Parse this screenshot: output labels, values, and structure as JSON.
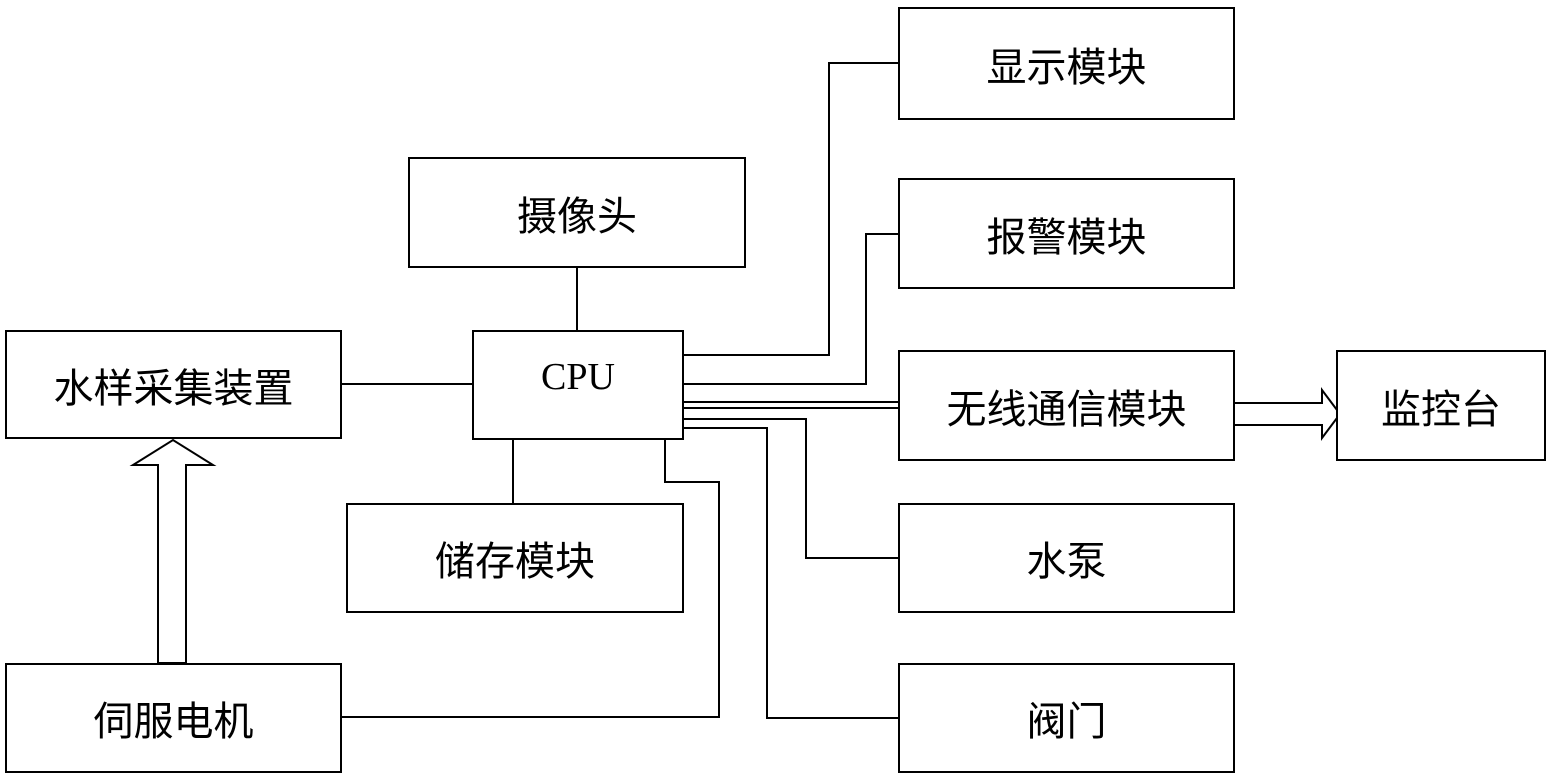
{
  "blocks": {
    "display": "显示模块",
    "camera": "摄像头",
    "alarm": "报警模块",
    "water_sampler": "水样采集装置",
    "cpu": "CPU",
    "wireless": "无线通信模块",
    "monitor": "监控台",
    "storage": "储存模块",
    "pump": "水泵",
    "servo": "伺服电机",
    "valve": "阀门"
  },
  "colors": {
    "line": "#000000",
    "background": "#ffffff"
  }
}
